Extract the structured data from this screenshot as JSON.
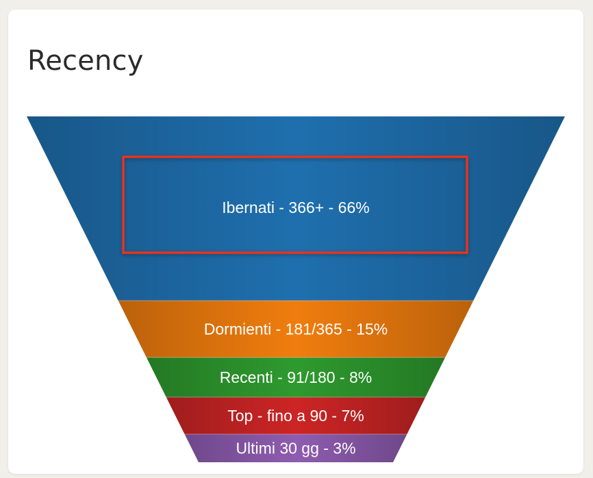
{
  "card": {
    "title": "Recency"
  },
  "chart_data": {
    "type": "funnel",
    "title": "Recency",
    "unit": "%",
    "segments": [
      {
        "label": "Ibernati - 366+ - 66%",
        "name": "Ibernati",
        "range": "366+",
        "value": 66,
        "color": "#1f6fae",
        "highlighted": true
      },
      {
        "label": "Dormienti - 181/365 - 15%",
        "name": "Dormienti",
        "range": "181/365",
        "value": 15,
        "color": "#f07d0e"
      },
      {
        "label": "Recenti - 91/180 - 8%",
        "name": "Recenti",
        "range": "91/180",
        "value": 8,
        "color": "#2e9a2e"
      },
      {
        "label": "Top - fino a 90 - 7%",
        "name": "Top",
        "range": "fino a 90",
        "value": 7,
        "color": "#cc2525"
      },
      {
        "label": "Ultimi 30 gg - 3%",
        "name": "Ultimi",
        "range": "30 gg",
        "value": 3,
        "color": "#8e5cb0"
      }
    ],
    "highlight_color": "#e8321e"
  }
}
